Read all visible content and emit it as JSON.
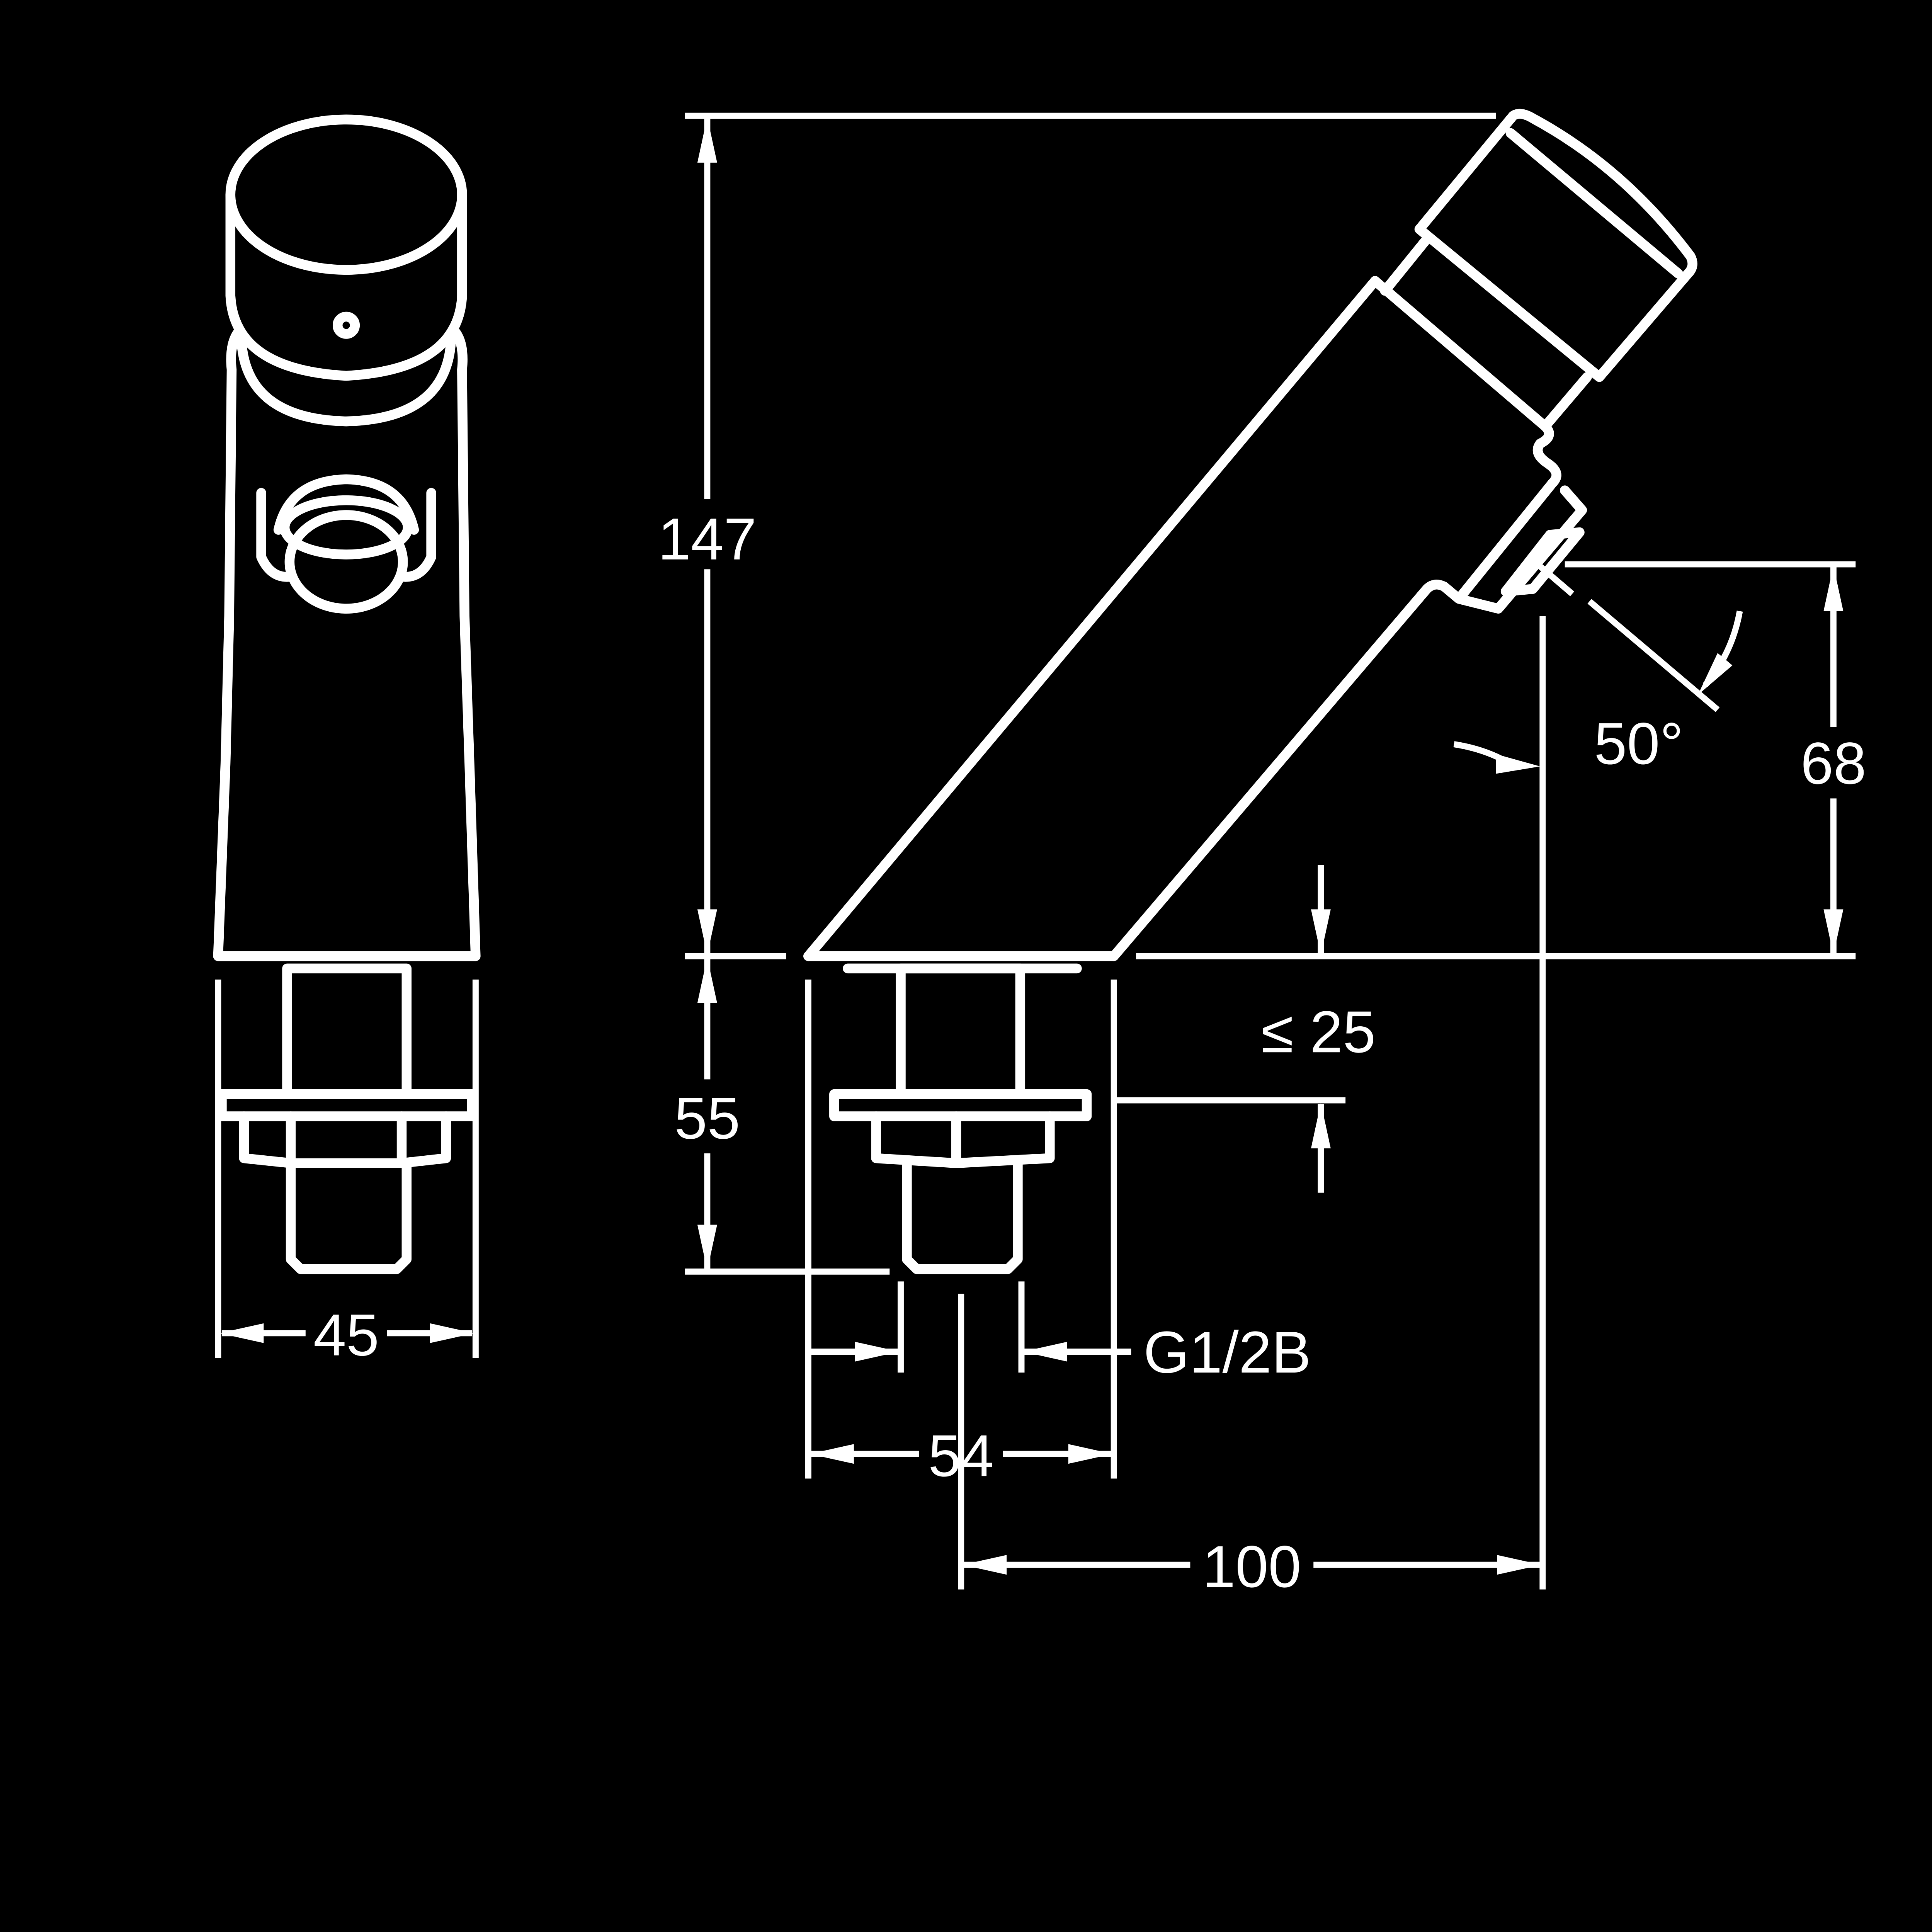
{
  "colors": {
    "background": "#000000",
    "stroke": "#ffffff",
    "text": "#ffffff"
  },
  "dimensions": {
    "width_front": "45",
    "height_total": "147",
    "below_deck": "55",
    "base_width": "54",
    "thread": "G1/2B",
    "projection": "100",
    "outlet_height": "68",
    "angle": "50°",
    "deck_thickness": "≤ 25"
  }
}
